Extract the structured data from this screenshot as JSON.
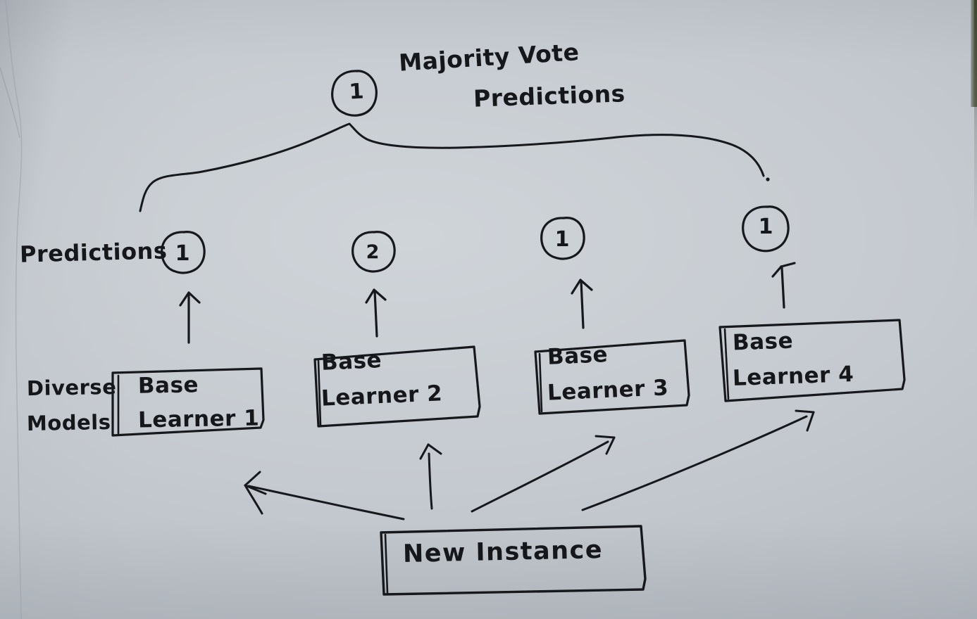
{
  "diagram": {
    "title": "Ensemble Majority Vote Diagram",
    "medium": "hand-drawn on paper",
    "ink_color": "#16181c",
    "paper_color": "#c5cad0"
  },
  "top": {
    "majority_vote_value": "1",
    "label_line1": "Majority Vote",
    "label_line2": "Predictions"
  },
  "predictions": {
    "row_label": "Predictions",
    "values": [
      "1",
      "2",
      "1",
      "1"
    ]
  },
  "models": {
    "row_label_line1": "Diverse",
    "row_label_line2": "Models",
    "boxes": [
      {
        "line1": "Base",
        "line2": "Learner 1"
      },
      {
        "line1": "Base",
        "line2": "Learner 2"
      },
      {
        "line1": "Base",
        "line2": "Learner 3"
      },
      {
        "line1": "Base",
        "line2": "Learner 4"
      }
    ]
  },
  "input": {
    "label": "New Instance"
  }
}
